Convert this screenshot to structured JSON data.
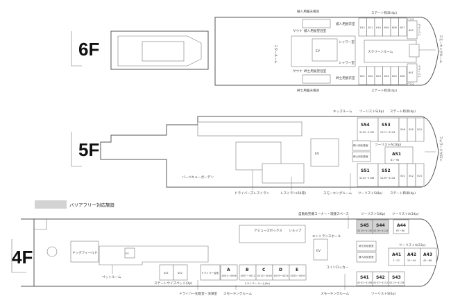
{
  "legend": {
    "label": "バリアフリー対応施設",
    "color": "#d3d3d3"
  },
  "f6": {
    "floor": "6F",
    "labels": {
      "women_bath": "婦人用露天風呂",
      "men_bath": "紳士用露天風呂",
      "women_view": "婦人用展望浴室",
      "men_view": "紳士用展望浴室",
      "sauna": "サウナ",
      "women_dress": "婦人用脱衣室",
      "men_dress": "紳士用脱衣室",
      "shower": "シャワー室",
      "star_room": "スタールーム",
      "screen_room": "スクリーンルーム",
      "state_top": "ステート和洋(4p)",
      "state_bottom": "ステート和洋(4p)",
      "deluxe": "デラックス",
      "terrace": "テラス",
      "smoking": "スモーキングルーム",
      "ev": "EV"
    },
    "cabins_top": [
      "612",
      "611",
      "610",
      "609",
      "608",
      "607"
    ],
    "cabins_bottom": [
      "601",
      "602",
      "603",
      "604",
      "605",
      "606"
    ],
    "deluxe_top": "602",
    "deluxe_bottom": "601"
  },
  "f5": {
    "floor": "5F",
    "labels": {
      "kids": "キッズルーム",
      "tourist_s_top": "ツーリストS(8p)",
      "state_top": "ステート和洋(4p)",
      "tourist_a": "ツーリストA(16p)",
      "women_pw": "婦人用化粧室",
      "men_pw": "紳士用化粧室",
      "bbq": "バーベキューガーデン",
      "drivers_rest": "ドライバーズレストラン",
      "restaurant": "レストラン(64席)",
      "smoking": "スモーキングルーム",
      "tourist_s_bottom": "ツーリストS(8p)",
      "state_bottom": "ステート和洋(4p)",
      "forward_salon": "フォワードサロン",
      "ev": "EV"
    },
    "cabins": {
      "S54": {
        "name": "S54",
        "range": "5125~5132"
      },
      "S53": {
        "name": "S53",
        "range": "5117~5124"
      },
      "S51": {
        "name": "S51",
        "range": "5101~5108"
      },
      "S52": {
        "name": "S52",
        "range": "5109~5116"
      },
      "A51": {
        "name": "A51",
        "range": "81~96"
      }
    },
    "state_top": [
      "506",
      "505",
      "504"
    ],
    "state_bottom": [
      "501",
      "502",
      "503"
    ]
  },
  "f4": {
    "floor": "4F",
    "labels": {
      "vending": "自動販売機コーナー・喫煙スペース",
      "tourist_s_top": "ツーリストS(6p)",
      "tourist_a_top": "ツーリストA(14p)",
      "amuse": "アミューズボックス",
      "shop": "ショップ",
      "entrance": "エントランスホール",
      "tourist_a_mid": "ツーリストA(22p)",
      "men_pw": "紳士用化粧室",
      "women_pw": "婦人用化粧室",
      "coin_locker": "コインロッカー",
      "dog_field": "ドッグフィールド",
      "pet_room": "ペットルーム",
      "state_pet": "ステートウイズペット(2p)",
      "driver_pw": "ドライバー化粧室・洗濯室",
      "driver_room_lbl": "ドライバー浴室",
      "smoking_left": "スモーキングルーム",
      "driver_room": "ドライバー ルーム(6p)",
      "smoking_center": "スモーキングルーム",
      "tourist_s_bottom": "ツーリストS(6p)",
      "ev": "EV"
    },
    "cabins": {
      "S45": {
        "name": "S45",
        "range": "4125~4130"
      },
      "S44": {
        "name": "S44",
        "range": "4119~4124"
      },
      "A44": {
        "name": "A44",
        "range": "67~80"
      },
      "A41": {
        "name": "A41",
        "range": "1~22"
      },
      "A42": {
        "name": "A42",
        "range": "23~44"
      },
      "A43": {
        "name": "A43",
        "range": "45~66"
      },
      "S41": {
        "name": "S41",
        "range": "4101~4106"
      },
      "S42": {
        "name": "S42",
        "range": "4107~4112"
      },
      "S43": {
        "name": "S43",
        "range": "4113~4118"
      }
    },
    "pet_cabins": [
      "401",
      "402"
    ],
    "driver_cabins": [
      {
        "name": "A",
        "range": "4001~4006"
      },
      {
        "name": "B",
        "range": "4007~4012"
      },
      {
        "name": "C",
        "range": "4013~4018"
      },
      {
        "name": "D",
        "range": "4019~4024"
      },
      {
        "name": "E",
        "range": "4025~4030"
      }
    ]
  }
}
